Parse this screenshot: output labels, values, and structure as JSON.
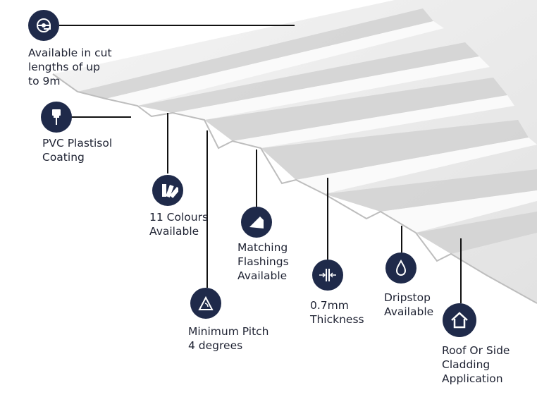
{
  "colors": {
    "icon_bg": "#1f2a4a",
    "line": "#111111",
    "sheet_face": "#ececec",
    "sheet_shadow": "#c9c9c9",
    "sheet_edge": "#ffffff"
  },
  "features": [
    {
      "icon": "tape-measure-icon",
      "lines": [
        "Available in cut",
        "lengths of up",
        "to 9m"
      ]
    },
    {
      "icon": "paint-brush-icon",
      "lines": [
        "PVC Plastisol",
        "Coating"
      ]
    },
    {
      "icon": "colour-swatch-icon",
      "lines": [
        "11 Colours",
        "Available"
      ]
    },
    {
      "icon": "flashing-icon",
      "lines": [
        "Matching",
        "Flashings",
        "Available"
      ]
    },
    {
      "icon": "pitch-angle-icon",
      "lines": [
        "Minimum Pitch",
        "4 degrees"
      ]
    },
    {
      "icon": "thickness-icon",
      "lines": [
        "0.7mm",
        "Thickness"
      ]
    },
    {
      "icon": "water-drop-icon",
      "lines": [
        "Dripstop",
        "Available"
      ]
    },
    {
      "icon": "house-icon",
      "lines": [
        "Roof Or Side",
        "Cladding",
        "Application"
      ]
    }
  ]
}
